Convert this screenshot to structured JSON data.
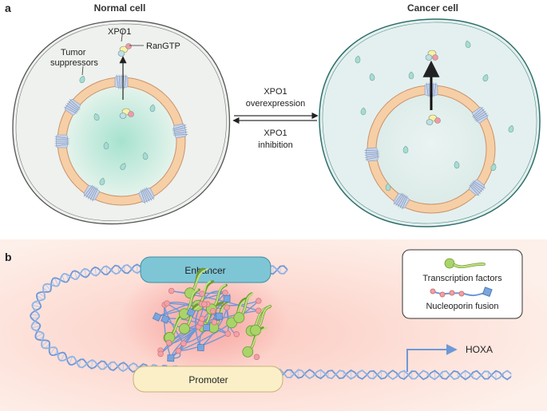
{
  "panel_a": {
    "letter": "a",
    "normal_cell_title": "Normal cell",
    "cancer_cell_title": "Cancer cell",
    "xpo1_label": "XPO1",
    "rangtp_label": "RanGTP",
    "tumor_label_line1": "Tumor",
    "tumor_label_line2": "suppressors",
    "arrow_top_line1": "XPO1",
    "arrow_top_line2": "overexpression",
    "arrow_bottom_line1": "XPO1",
    "arrow_bottom_line2": "inhibition"
  },
  "panel_b": {
    "letter": "b",
    "enhancer_label": "Enhancer",
    "promoter_label": "Promoter",
    "gene_label": "HOXA",
    "legend": {
      "transcription_factors": "Transcription factors",
      "nucleoporin_fusion": "Nucleoporin fusion"
    }
  },
  "colors": {
    "cytoplasm_normal": "#eef1ee",
    "cytoplasm_cancer": "#e4f0ef",
    "nuclear_envelope": "#f6cfa6",
    "nucleoplasm": "#c9ece2",
    "panel_b_background": "#fde4dc",
    "dna_strand": "#7fa3d6",
    "enhancer": "#7ec6d6",
    "promoter": "#fbefc8",
    "transcription_factor": "#a9d46a",
    "nucleoporin_node": "#f2a0a8",
    "nucleoporin_link": "#6f98d8"
  }
}
